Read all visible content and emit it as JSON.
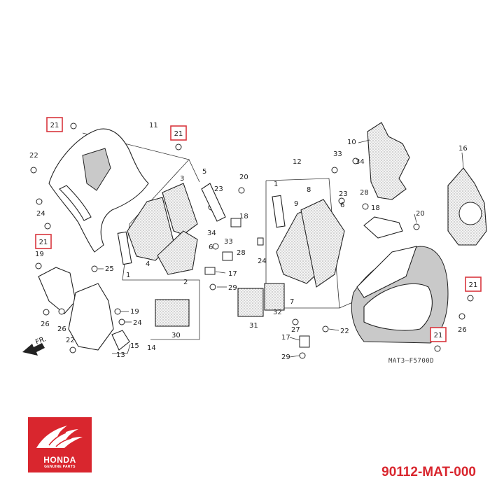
{
  "diagram": {
    "code": "MAT3—F5700D",
    "direction_label": "FR.",
    "highlight_label": "21",
    "highlight_color": "#d9363e",
    "labels": {
      "l1": "1",
      "l2": "2",
      "l3": "3",
      "l4": "4",
      "l5": "5",
      "l6": "6",
      "l7": "7",
      "l8": "8",
      "l9": "9",
      "l10": "10",
      "l11": "11",
      "l12": "12",
      "l13": "13",
      "l14": "14",
      "l15": "15",
      "l16": "16",
      "l17a": "17",
      "l17b": "17",
      "l18a": "18",
      "l18b": "18",
      "l19a": "19",
      "l19b": "19",
      "l20a": "20",
      "l20b": "20",
      "l22a": "22",
      "l22b": "22",
      "l22c": "22",
      "l23a": "23",
      "l23b": "23",
      "l24a": "24",
      "l24b": "24",
      "l24c": "24",
      "l25": "25",
      "l26a": "26",
      "l26b": "26",
      "l26c": "26",
      "l27": "27",
      "l28a": "28",
      "l28b": "28",
      "l29a": "29",
      "l29b": "29",
      "l30": "30",
      "l31": "31",
      "l32": "32",
      "l33a": "33",
      "l33b": "33",
      "l34a": "34",
      "l34b": "34",
      "l1b": "1"
    }
  },
  "brand": {
    "name": "HONDA",
    "tagline": "GENUINE PARTS",
    "color": "#d9262e"
  },
  "part_number": "90112-MAT-000"
}
